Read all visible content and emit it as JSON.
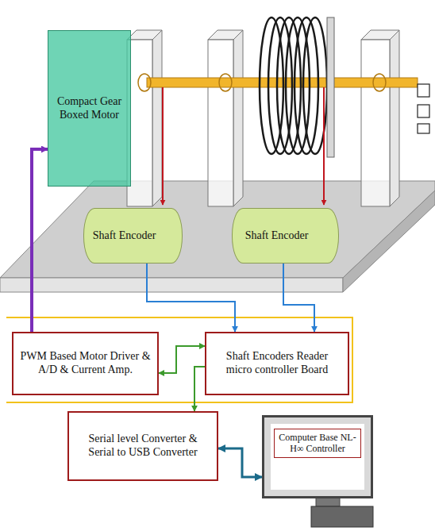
{
  "diagram": {
    "nodes": [
      {
        "text": [
          "Compact Gear Boxed Motor"
        ]
      },
      {
        "text": [
          "Shaft Encoder"
        ]
      },
      {
        "text": [
          "Shaft Encoder"
        ]
      },
      {
        "text": [
          "PWM Based Motor Driver & A/D & Current Amp."
        ]
      },
      {
        "text": [
          "Shaft Encoders Reader micro controller Board"
        ]
      },
      {
        "text": [
          "Serial level Converter & Serial to USB Converter"
        ]
      },
      {
        "text": [
          "Computer Base NL-H∞ Controller"
        ]
      }
    ],
    "edges": [
      {
        "from": 3,
        "to": 0,
        "arrow": "to"
      },
      {
        "from": 1,
        "to": 4,
        "arrow": "to"
      },
      {
        "from": 2,
        "to": 4,
        "arrow": "to"
      },
      {
        "from": 3,
        "to": 4,
        "arrow": "both"
      },
      {
        "from": 4,
        "to": 5,
        "arrow": "to"
      },
      {
        "from": 5,
        "to": 6,
        "arrow": "both"
      }
    ]
  }
}
